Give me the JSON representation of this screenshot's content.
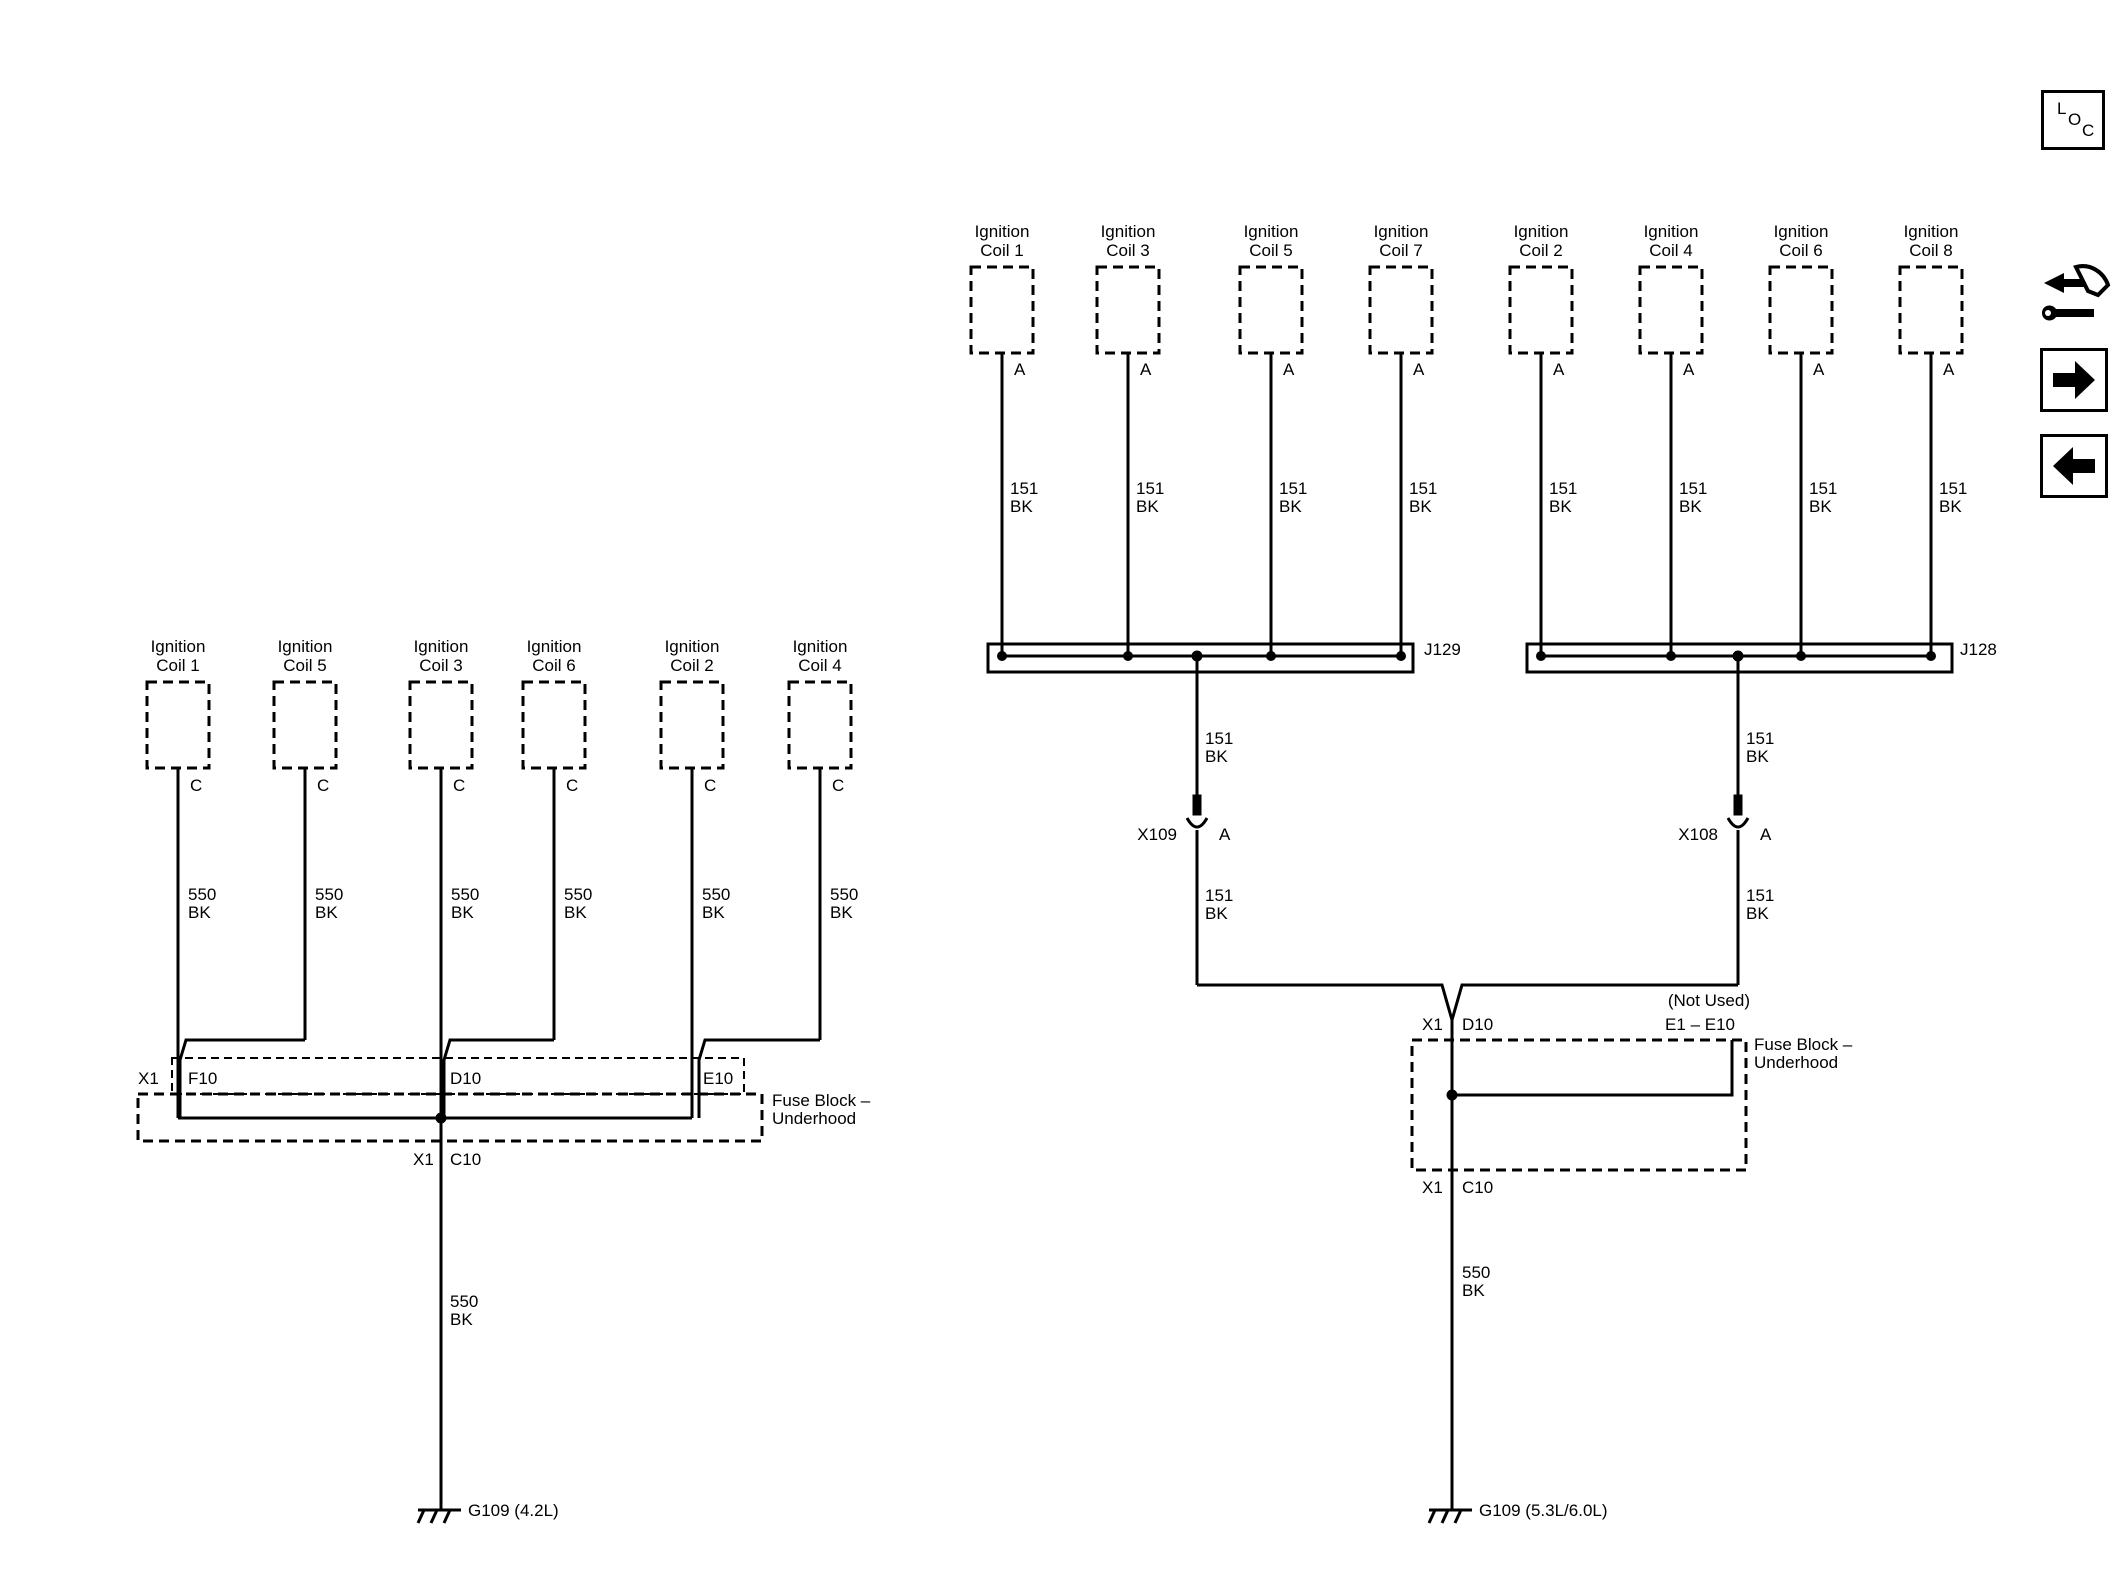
{
  "nav": {
    "loc_letters": [
      "L",
      "O",
      "C"
    ],
    "icons": [
      "loc-icon",
      "component-locator-icon",
      "next-page-arrow-icon",
      "previous-page-arrow-icon"
    ]
  },
  "left_circuit": {
    "coils": [
      {
        "label1": "Ignition",
        "label2": "Coil 1",
        "pin": "C",
        "wire1": "550",
        "wire2": "BK"
      },
      {
        "label1": "Ignition",
        "label2": "Coil 5",
        "pin": "C",
        "wire1": "550",
        "wire2": "BK"
      },
      {
        "label1": "Ignition",
        "label2": "Coil 3",
        "pin": "C",
        "wire1": "550",
        "wire2": "BK"
      },
      {
        "label1": "Ignition",
        "label2": "Coil 6",
        "pin": "C",
        "wire1": "550",
        "wire2": "BK"
      },
      {
        "label1": "Ignition",
        "label2": "Coil 2",
        "pin": "C",
        "wire1": "550",
        "wire2": "BK"
      },
      {
        "label1": "Ignition",
        "label2": "Coil 4",
        "pin": "C",
        "wire1": "550",
        "wire2": "BK"
      }
    ],
    "connector_x1": "X1",
    "pins_top": [
      "F10",
      "D10",
      "E10"
    ],
    "fuse_block_line1": "Fuse Block –",
    "fuse_block_line2": "Underhood",
    "bottom_connector": "X1",
    "bottom_pin": "C10",
    "out_wire1": "550",
    "out_wire2": "BK",
    "ground": "G109 (4.2L)"
  },
  "right_circuit": {
    "coils_group1": [
      {
        "label1": "Ignition",
        "label2": "Coil 1",
        "pin": "A",
        "wire1": "151",
        "wire2": "BK"
      },
      {
        "label1": "Ignition",
        "label2": "Coil 3",
        "pin": "A",
        "wire1": "151",
        "wire2": "BK"
      },
      {
        "label1": "Ignition",
        "label2": "Coil 5",
        "pin": "A",
        "wire1": "151",
        "wire2": "BK"
      },
      {
        "label1": "Ignition",
        "label2": "Coil 7",
        "pin": "A",
        "wire1": "151",
        "wire2": "BK"
      }
    ],
    "coils_group2": [
      {
        "label1": "Ignition",
        "label2": "Coil 2",
        "pin": "A",
        "wire1": "151",
        "wire2": "BK"
      },
      {
        "label1": "Ignition",
        "label2": "Coil 4",
        "pin": "A",
        "wire1": "151",
        "wire2": "BK"
      },
      {
        "label1": "Ignition",
        "label2": "Coil 6",
        "pin": "A",
        "wire1": "151",
        "wire2": "BK"
      },
      {
        "label1": "Ignition",
        "label2": "Coil 8",
        "pin": "A",
        "wire1": "151",
        "wire2": "BK"
      }
    ],
    "splice1": "J129",
    "splice2": "J128",
    "splice1_out": {
      "wire1": "151",
      "wire2": "BK"
    },
    "splice2_out": {
      "wire1": "151",
      "wire2": "BK"
    },
    "inline1": {
      "name": "X109",
      "pin": "A",
      "wire1": "151",
      "wire2": "BK"
    },
    "inline2": {
      "name": "X108",
      "pin": "A",
      "wire1": "151",
      "wire2": "BK"
    },
    "not_used": "(Not Used)",
    "not_used_pins": "E1 – E10",
    "connector_x1": "X1",
    "pin_top": "D10",
    "fuse_block_line1": "Fuse Block –",
    "fuse_block_line2": "Underhood",
    "bottom_connector": "X1",
    "bottom_pin": "C10",
    "out_wire1": "550",
    "out_wire2": "BK",
    "ground": "G109 (5.3L/6.0L)"
  }
}
